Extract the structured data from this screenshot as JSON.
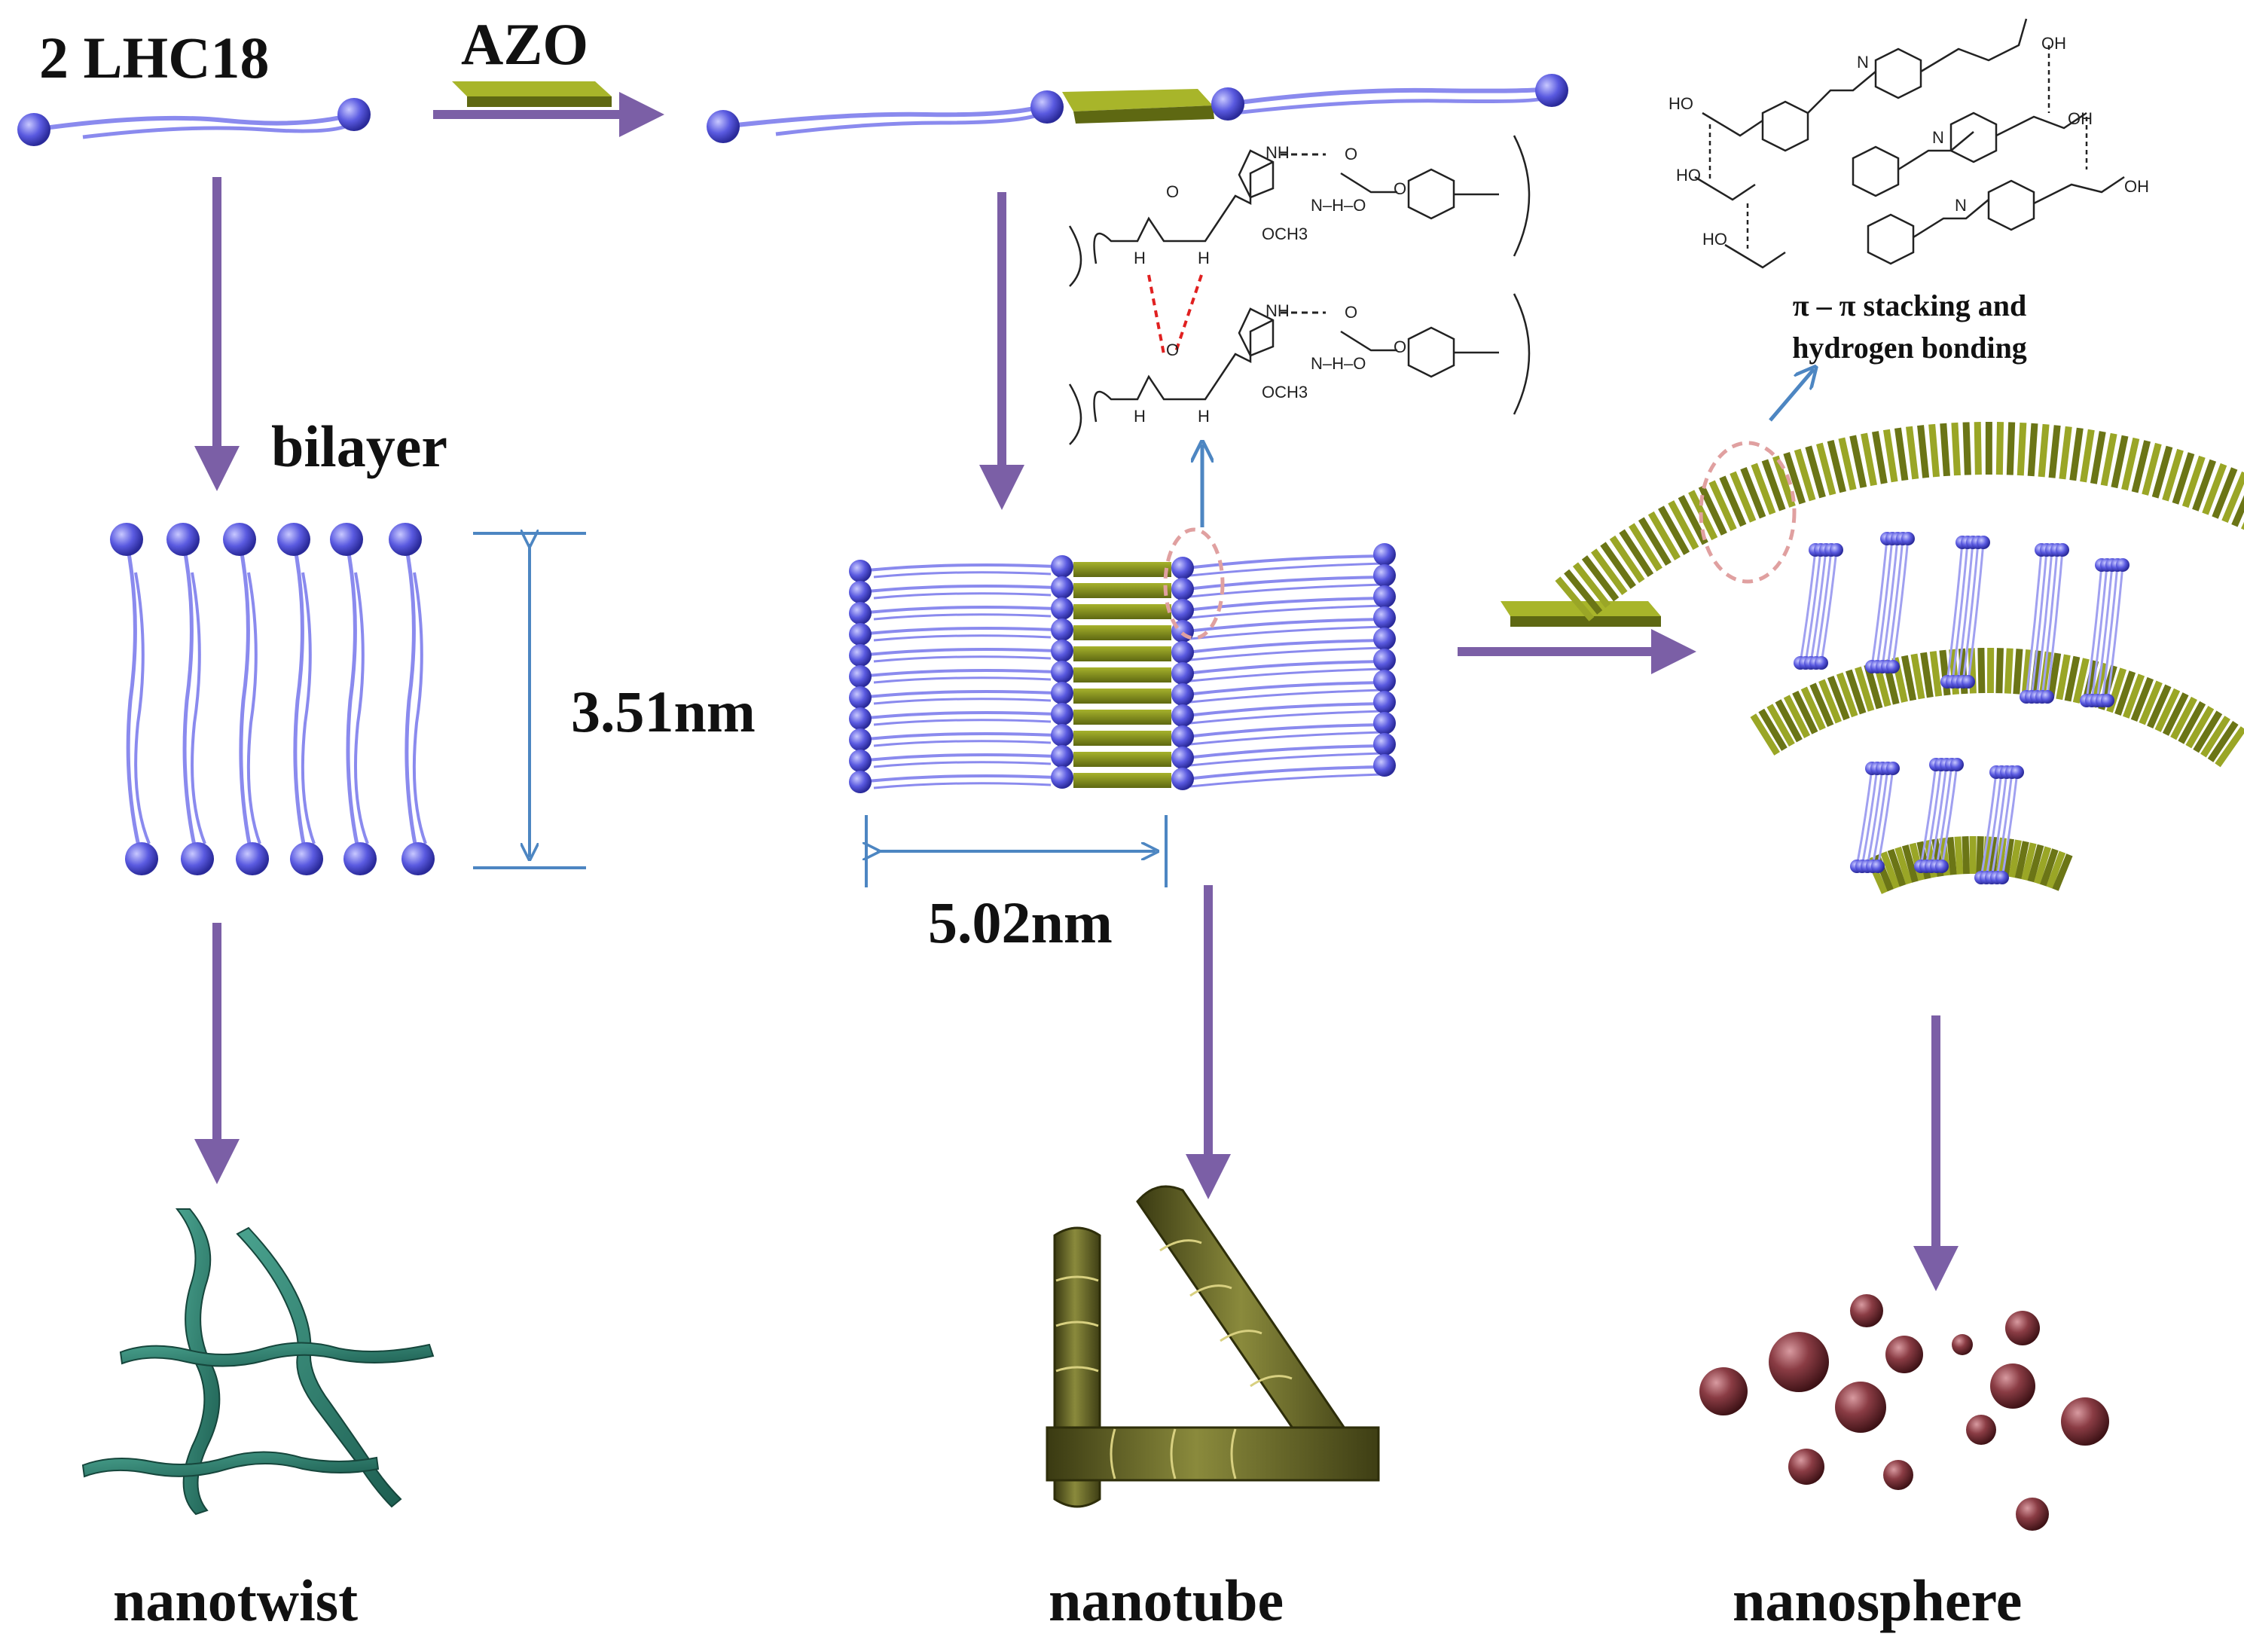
{
  "labels": {
    "reactant": "2 LHC18",
    "additive": "AZO",
    "bilayer": "bilayer",
    "bilayer_thickness": "3.51nm",
    "tube_width": "5.02nm",
    "interaction_line1": "π – π stacking and",
    "interaction_line2": "hydrogen bonding",
    "product_left": "nanotwist",
    "product_middle": "nanotube",
    "product_right": "nanosphere"
  },
  "chem": {
    "nh": "NH",
    "nh_minus": "N–H–O",
    "och3": "OCH3",
    "ho": "HO",
    "oh": "OH",
    "o": "O",
    "h": "H",
    "n": "N"
  },
  "colors": {
    "arrow": "#7b5fa6",
    "head": "#6a6ae6",
    "tail": "#8a8aee",
    "azo": "#7f8a18",
    "dimension": "#4d86c2",
    "twist": "#2a7a6b",
    "tube": "#6a6a2a",
    "sphere": "#7a3038",
    "highlight": "#e0a0a0"
  }
}
